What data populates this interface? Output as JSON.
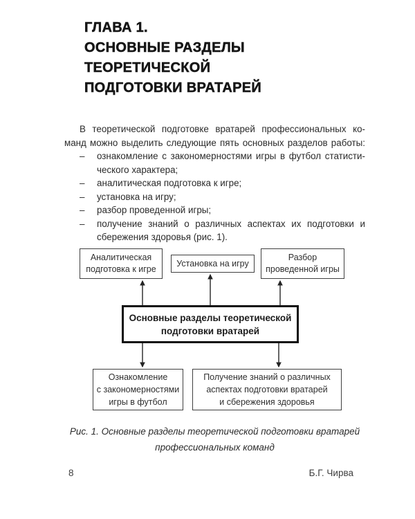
{
  "heading": {
    "lines": [
      "ГЛАВА 1.",
      "ОСНОВНЫЕ РАЗДЕЛЫ",
      "ТЕОРЕТИЧЕСКОЙ",
      "ПОДГОТОВКИ ВРАТАРЕЙ"
    ]
  },
  "intro": {
    "lines": [
      "В теоретической подготовке вратарей профессиональных ко-",
      "манд можно выделить следующие пять основных разделов работы:"
    ]
  },
  "list": {
    "marker": "–",
    "items": [
      {
        "lines": [
          "ознакомление с закономерностями игры в футбол статисти-",
          "ческого характера;"
        ]
      },
      {
        "lines": [
          "аналитическая подготовка к игре;"
        ]
      },
      {
        "lines": [
          "установка на игру;"
        ]
      },
      {
        "lines": [
          "разбор проведенной игры;"
        ]
      },
      {
        "lines": [
          "получение знаний о различных аспектах их подготовки и",
          "сбережения здоровья (рис. 1)."
        ]
      }
    ]
  },
  "figure": {
    "boxes": {
      "top_left": {
        "lines": [
          "Аналитическая",
          "подготовка к игре"
        ]
      },
      "top_middle": {
        "lines": [
          "Установка на игру"
        ]
      },
      "top_right": {
        "lines": [
          "Разбор",
          "проведенной игры"
        ]
      },
      "center": {
        "lines": [
          "Основные разделы теоретической",
          "подготовки вратарей"
        ]
      },
      "bottom_left": {
        "lines": [
          "Ознакомление",
          "с закономерностями",
          "игры в футбол"
        ]
      },
      "bottom_right": {
        "lines": [
          "Получение знаний о различных",
          "аспектах подготовки вратарей",
          "и сбережения здоровья"
        ]
      }
    }
  },
  "caption": {
    "lines": [
      "Рис. 1. Основные разделы теоретической подготовки вратарей",
      "профессиональных команд"
    ]
  },
  "footer": {
    "page_number": "8",
    "author": "Б.Г. Чирва"
  },
  "colors": {
    "ink": "#2b2b2b",
    "heading_ink": "#161616",
    "box_border": "#3f3f3f",
    "center_box_border": "#0f0f0f",
    "background": "#ffffff"
  }
}
